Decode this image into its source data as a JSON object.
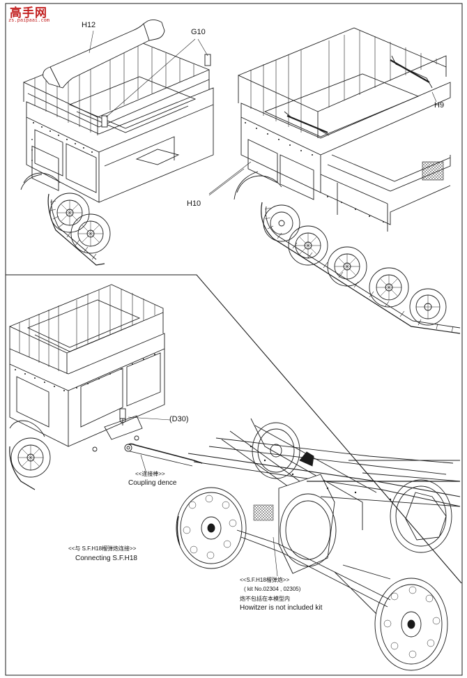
{
  "watermark": {
    "brand_text": "高手网",
    "url_text": "zs.paipaai.com",
    "color": "#c21f1f"
  },
  "upper_panel": {
    "callouts": {
      "h12": "H12",
      "g10": "G10",
      "h9": "H9",
      "h10": "H10"
    }
  },
  "lower_panel": {
    "callouts": {
      "d30": "(D30)",
      "coupling_cn": "<<连接棒>>",
      "coupling_en": "Coupling dence",
      "connect_cn": "<<与 S.F.H18榴弹炮连接>>",
      "connect_en": "Connecting S.F.H18",
      "howitzer_cn": "<<S.F.H18榴弹炮>>",
      "kit_no": "( kit No.02304 , 02305)",
      "not_included_cn": "炮不包括在本模型内",
      "not_included_en": "Howitzer is not  included kit"
    }
  },
  "colors": {
    "line": "#1a1a1a",
    "paper": "#ffffff"
  }
}
